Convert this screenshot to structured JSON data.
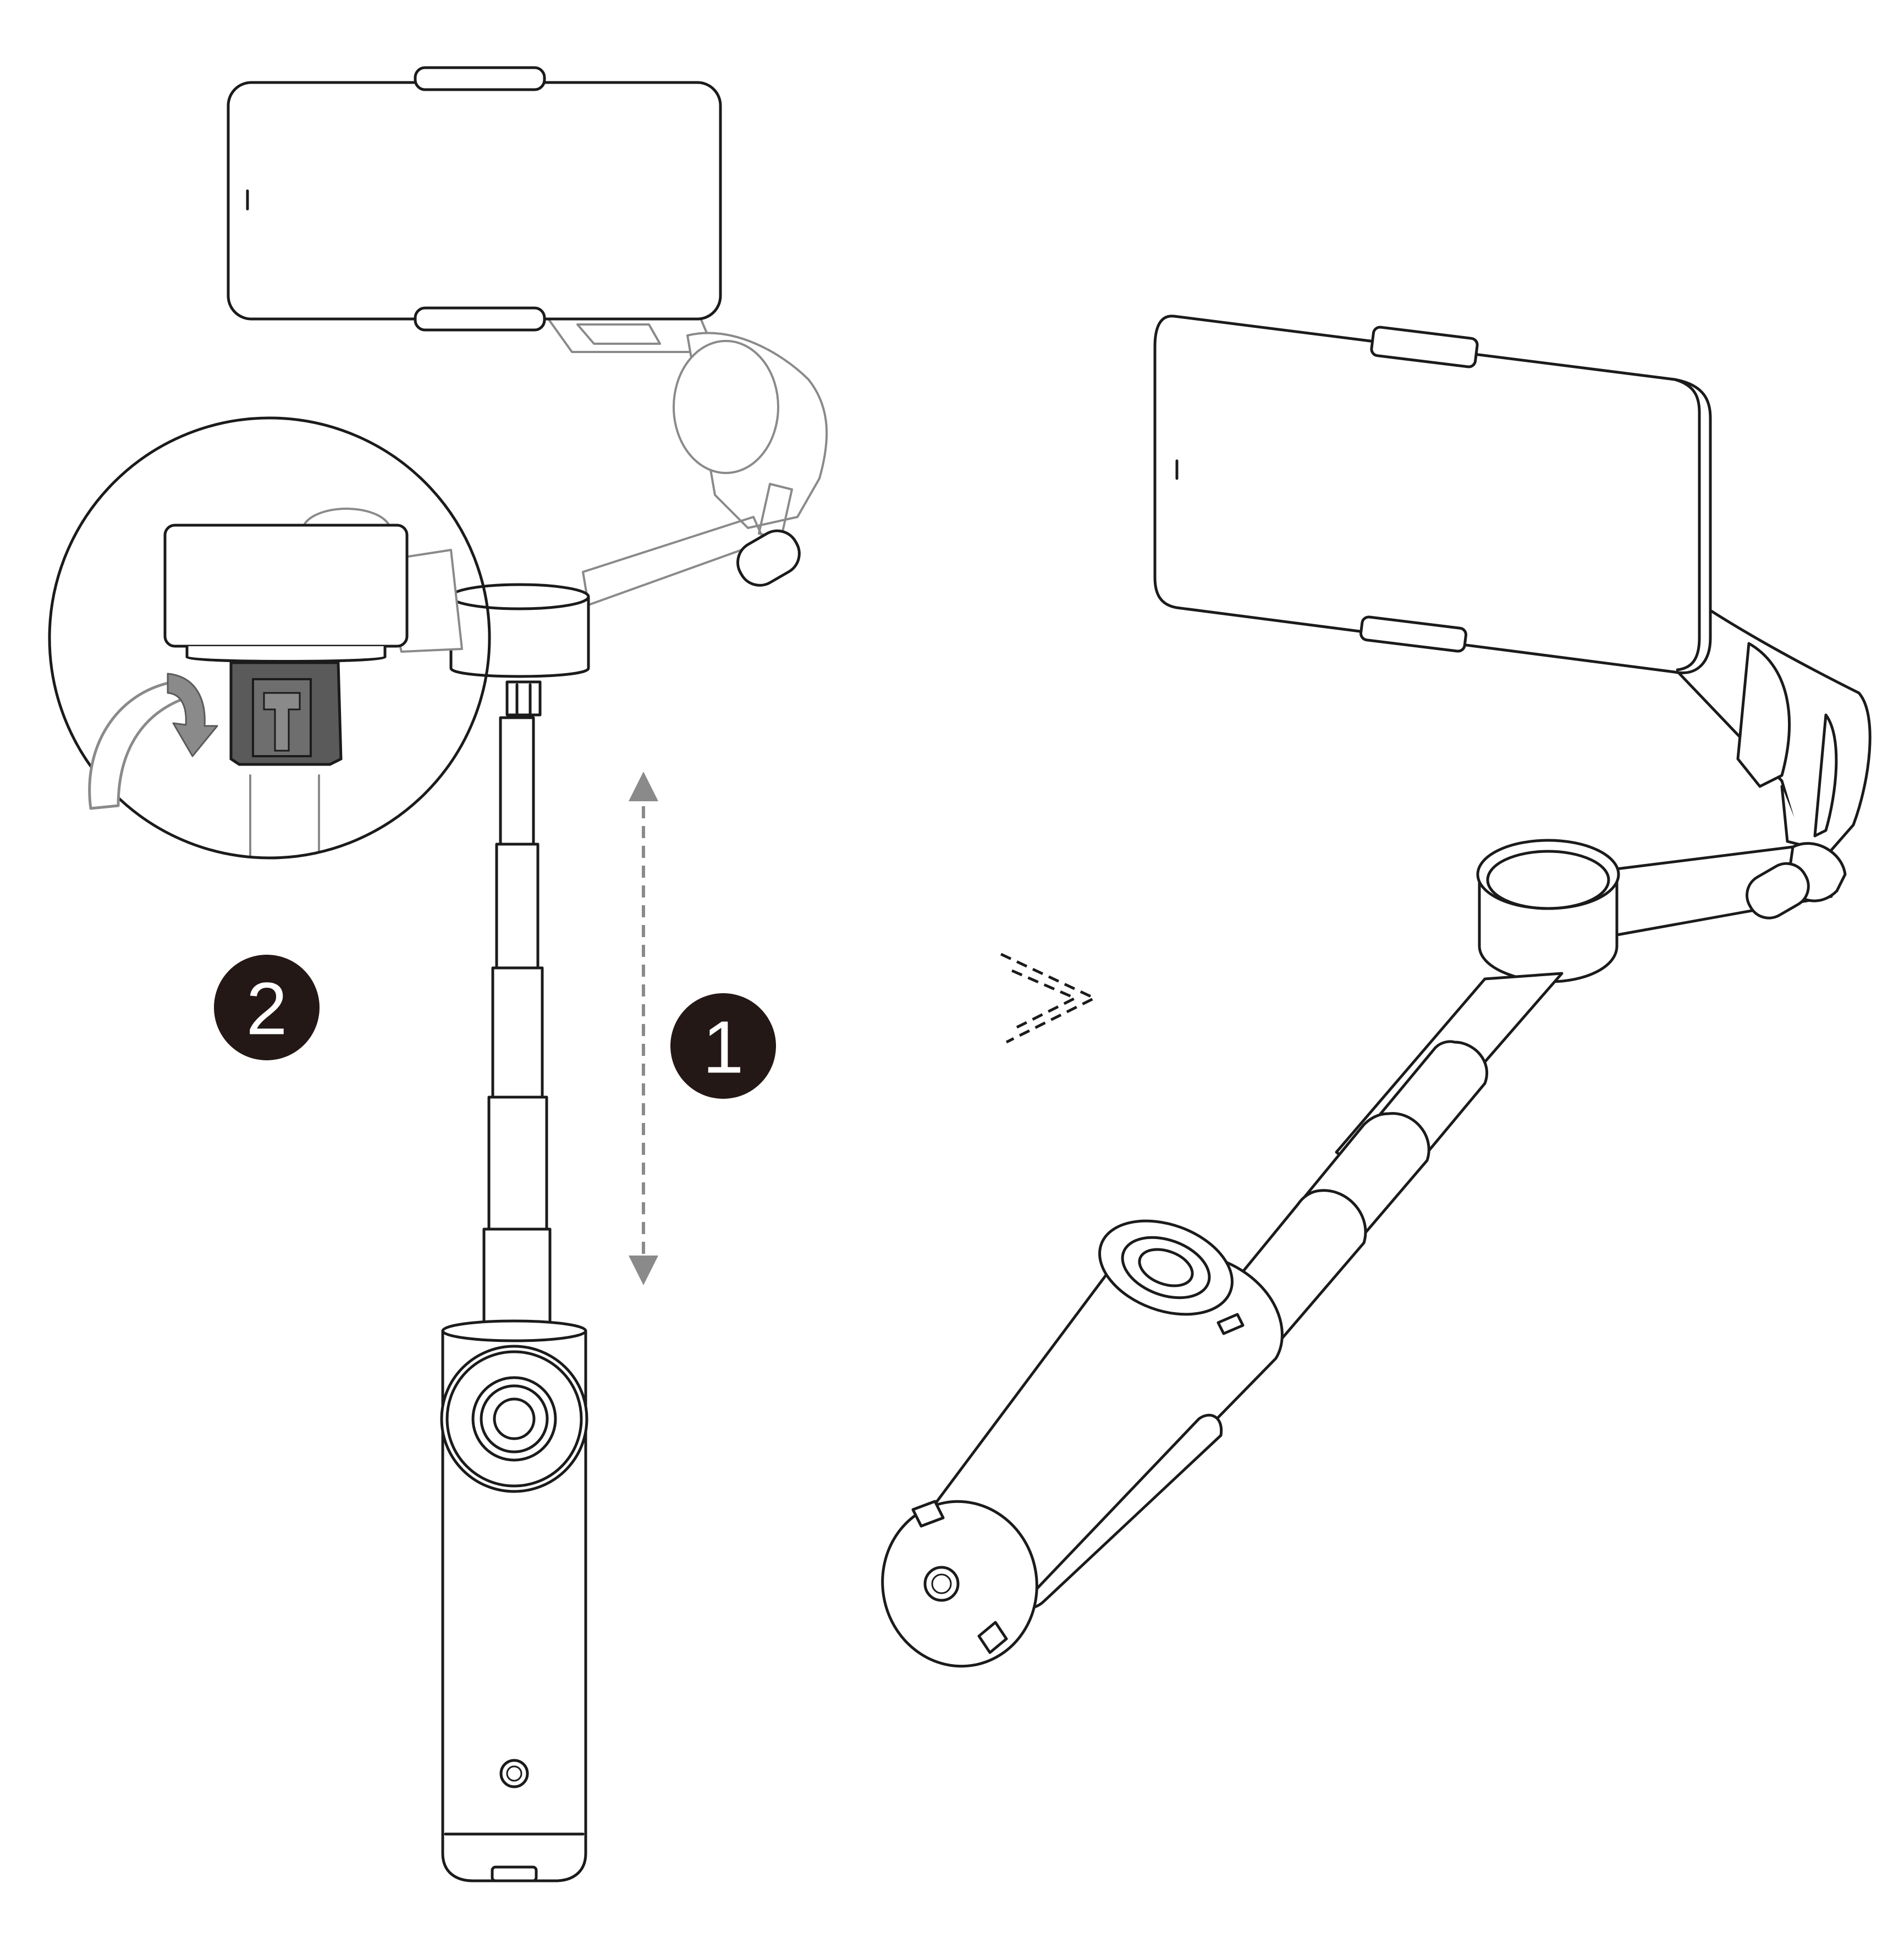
{
  "steps": [
    {
      "number": "1",
      "meaning": "extend-rod"
    },
    {
      "number": "2",
      "meaning": "rotate-lock"
    }
  ],
  "icons": {
    "extend": "double-arrow-vertical-dashed",
    "transition": "double-chevron-right-dashed",
    "rotate": "curved-arrow-down"
  },
  "colors": {
    "line": "#1b1b1b",
    "badge": "#231815",
    "dashed_arrow": "#8a8a8a",
    "lock_part": "#5a5a5a"
  }
}
